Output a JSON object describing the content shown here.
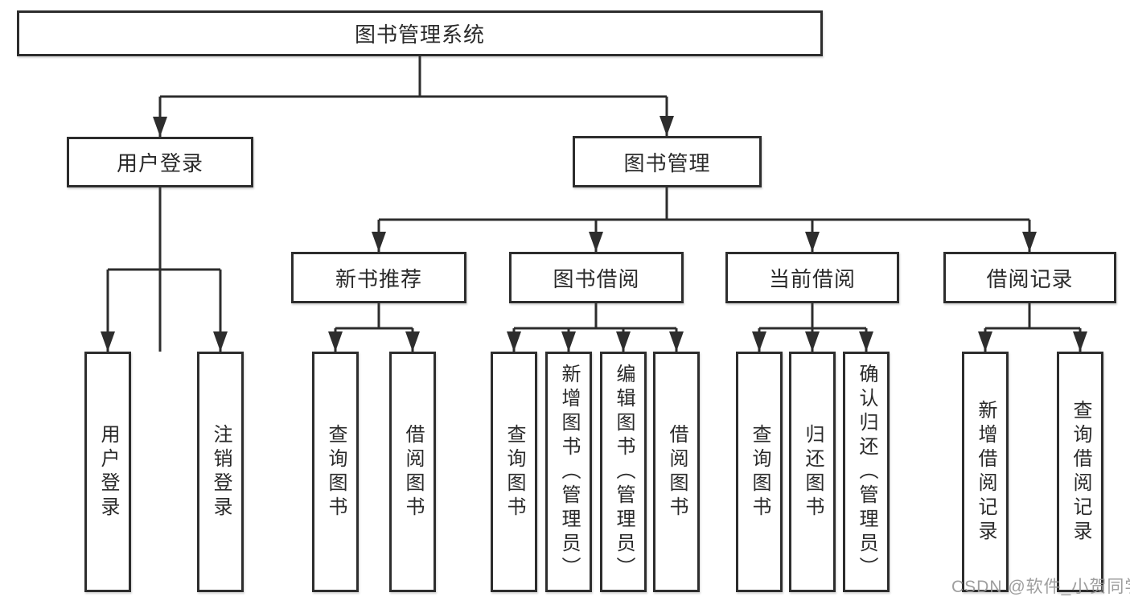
{
  "tree": {
    "root": {
      "label": "图书管理系统",
      "children": [
        {
          "label": "用户登录",
          "children": [
            {
              "label": "用户登录"
            },
            {
              "label": "注销登录"
            }
          ]
        },
        {
          "label": "图书管理",
          "children": [
            {
              "label": "新书推荐",
              "children": [
                {
                  "label": "查询图书"
                },
                {
                  "label": "借阅图书"
                }
              ]
            },
            {
              "label": "图书借阅",
              "children": [
                {
                  "label": "查询图书"
                },
                {
                  "label": "新增图书（管理员）"
                },
                {
                  "label": "编辑图书（管理员）"
                },
                {
                  "label": "借阅图书"
                }
              ]
            },
            {
              "label": "当前借阅",
              "children": [
                {
                  "label": "查询图书"
                },
                {
                  "label": "归还图书"
                },
                {
                  "label": "确认归还（管理员）"
                }
              ]
            },
            {
              "label": "借阅记录",
              "children": [
                {
                  "label": "新增借阅记录"
                },
                {
                  "label": "查询借阅记录"
                }
              ]
            }
          ]
        }
      ]
    }
  },
  "watermark": {
    "text": "CSDN @软件_小贺同学"
  },
  "colors": {
    "line": "#2d2d2d",
    "box_border": "#2d2d2d",
    "text": "#2a2a2a",
    "watermark": "#969696",
    "background": "#ffffff"
  }
}
